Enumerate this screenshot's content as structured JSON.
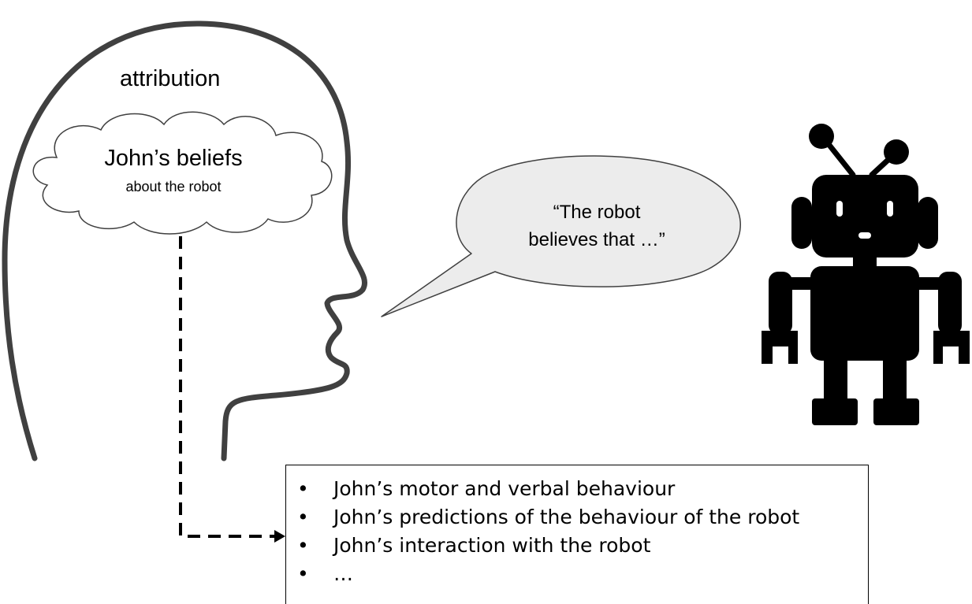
{
  "head": {
    "attribution_label": "attribution",
    "cloud": {
      "title": "John’s beliefs",
      "subtitle": "about the robot"
    }
  },
  "speech_bubble": {
    "line1": "“The robot",
    "line2": "believes that …”"
  },
  "effects": {
    "items": [
      "John’s motor and verbal behaviour",
      "John’s predictions of the behaviour of the robot",
      "John’s interaction with the robot",
      "…"
    ]
  },
  "colors": {
    "outline": "#404040",
    "bubble_fill": "#ececec",
    "robot": "#000000"
  },
  "icons": {
    "robot": "robot-icon",
    "head": "human-head-silhouette",
    "arrow": "dashed-arrow"
  }
}
